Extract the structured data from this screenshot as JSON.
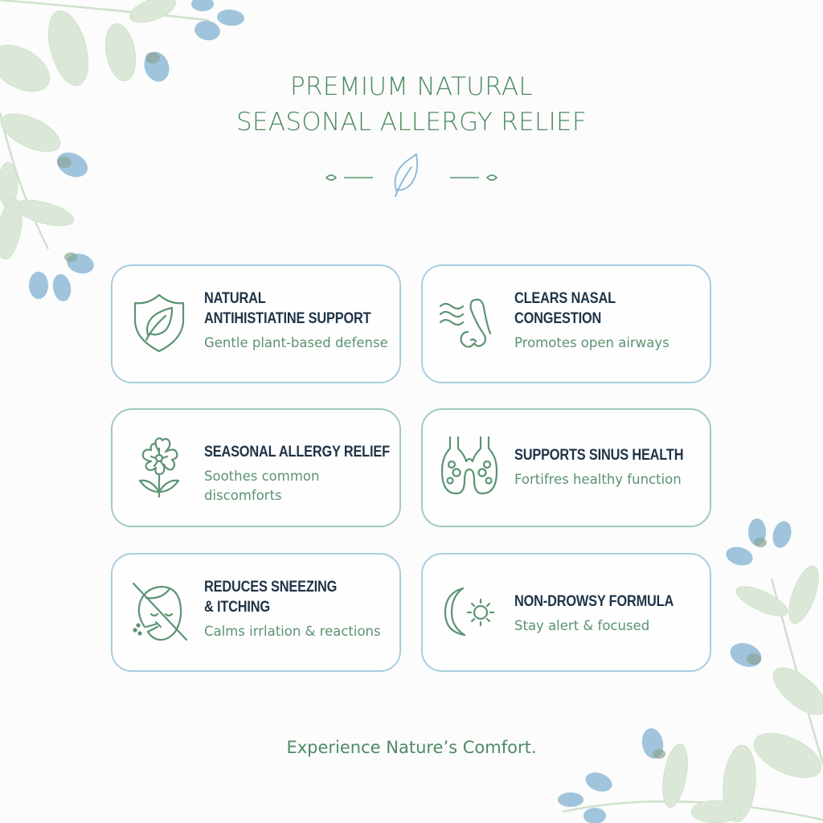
{
  "header": {
    "title_line1": "PREMIUM NATURAL",
    "title_line2": "SEASONAL ALLERGY RELIEF",
    "divider_icon": "leaf-icon"
  },
  "colors": {
    "title_green": "#4f8a63",
    "heading_navy": "#1e3346",
    "sub_green": "#5a9370",
    "icon_green": "#5c9472",
    "border_blue": "#a9cde0",
    "border_green": "#a3cbb8",
    "accent_blue": "#8fbdd8"
  },
  "features": [
    {
      "icon": "shield-leaf-icon",
      "heading_line1": "NATURAL",
      "heading_line2": "ANTIHISTIATINE SUPPORT",
      "sub_line1": "Gentle plant-based defense",
      "sub_line2": ""
    },
    {
      "icon": "nose-airflow-icon",
      "heading_line1": "CLEARS NASAL",
      "heading_line2": "CONGESTION",
      "sub_line1": "Promotes open airways",
      "sub_line2": ""
    },
    {
      "icon": "flower-icon",
      "heading_line1": "SEASONAL ALLERGY RELIEF",
      "heading_line2": "",
      "sub_line1": "Soothes common",
      "sub_line2": "discomforts"
    },
    {
      "icon": "sinus-icon",
      "heading_line1": "SUPPORTS SINUS HEALTH",
      "heading_line2": "",
      "sub_line1": "Fortifres healthy function",
      "sub_line2": ""
    },
    {
      "icon": "no-sneeze-icon",
      "heading_line1": "REDUCES SNEEZING",
      "heading_line2": "& ITCHING",
      "sub_line1": "Calms irrlation & reactions",
      "sub_line2": ""
    },
    {
      "icon": "moon-sun-icon",
      "heading_line1": "NON-DROWSY FORMULA",
      "heading_line2": "",
      "sub_line1": "Stay alert & focused",
      "sub_line2": ""
    }
  ],
  "footer": {
    "tagline": "Experience Nature’s Comfort."
  }
}
